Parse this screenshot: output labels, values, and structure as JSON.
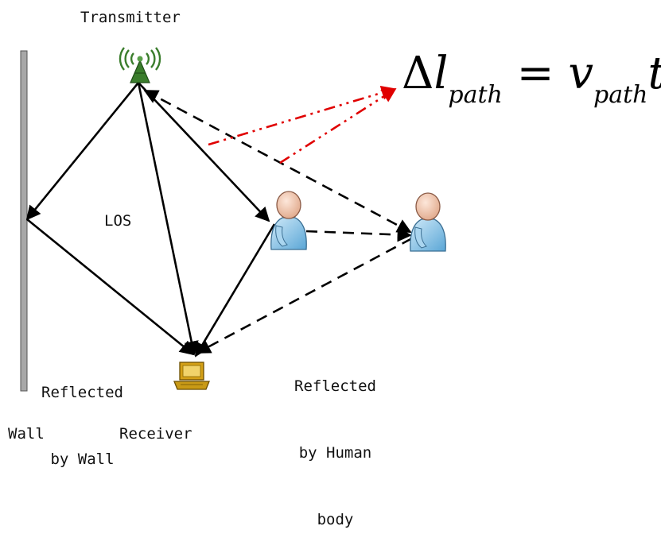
{
  "labels": {
    "transmitter": "Transmitter",
    "los": "LOS",
    "reflected_wall_line1": "Reflected",
    "reflected_wall_line2": "by Wall",
    "reflected_human_line1": "Reflected",
    "reflected_human_line2": "by Human",
    "reflected_human_line3": "body",
    "wall": "Wall",
    "receiver": "Receiver"
  },
  "formula": {
    "delta": "Δ",
    "l": "l",
    "path_sub": "path",
    "equals": " = ",
    "v": "v",
    "path_sub2": "path",
    "t": "t"
  },
  "colors": {
    "line": "#000000",
    "motion_arrow": "#e00000",
    "antenna": "#3a7d2c",
    "wall": "#a8a8a8",
    "receiver": "#d4a017",
    "person_body": "#8ec6e8",
    "person_head": "#f3c9b0"
  },
  "icons": [
    "antenna-icon",
    "person-icon",
    "laptop-icon"
  ]
}
